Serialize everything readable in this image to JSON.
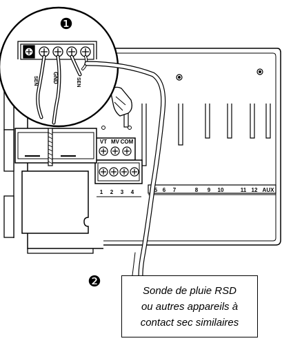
{
  "callouts": {
    "marker_1": "❶",
    "marker_2": "❷"
  },
  "controller": {
    "common_terminals": [
      "VT",
      "MV",
      "COM"
    ],
    "module_numbers": [
      "1",
      "2",
      "3",
      "4"
    ],
    "station_numbers": [
      "5",
      "6",
      "7",
      "8",
      "9",
      "10",
      "11",
      "12",
      "AUX"
    ],
    "sensor_labels": [
      "SEN",
      "SEN"
    ],
    "sensor_leads": [
      "GND"
    ]
  },
  "sensor_box": {
    "lines": [
      "Sonde de pluie RSD",
      "ou autres appareils à",
      "contact sec similaires"
    ]
  }
}
